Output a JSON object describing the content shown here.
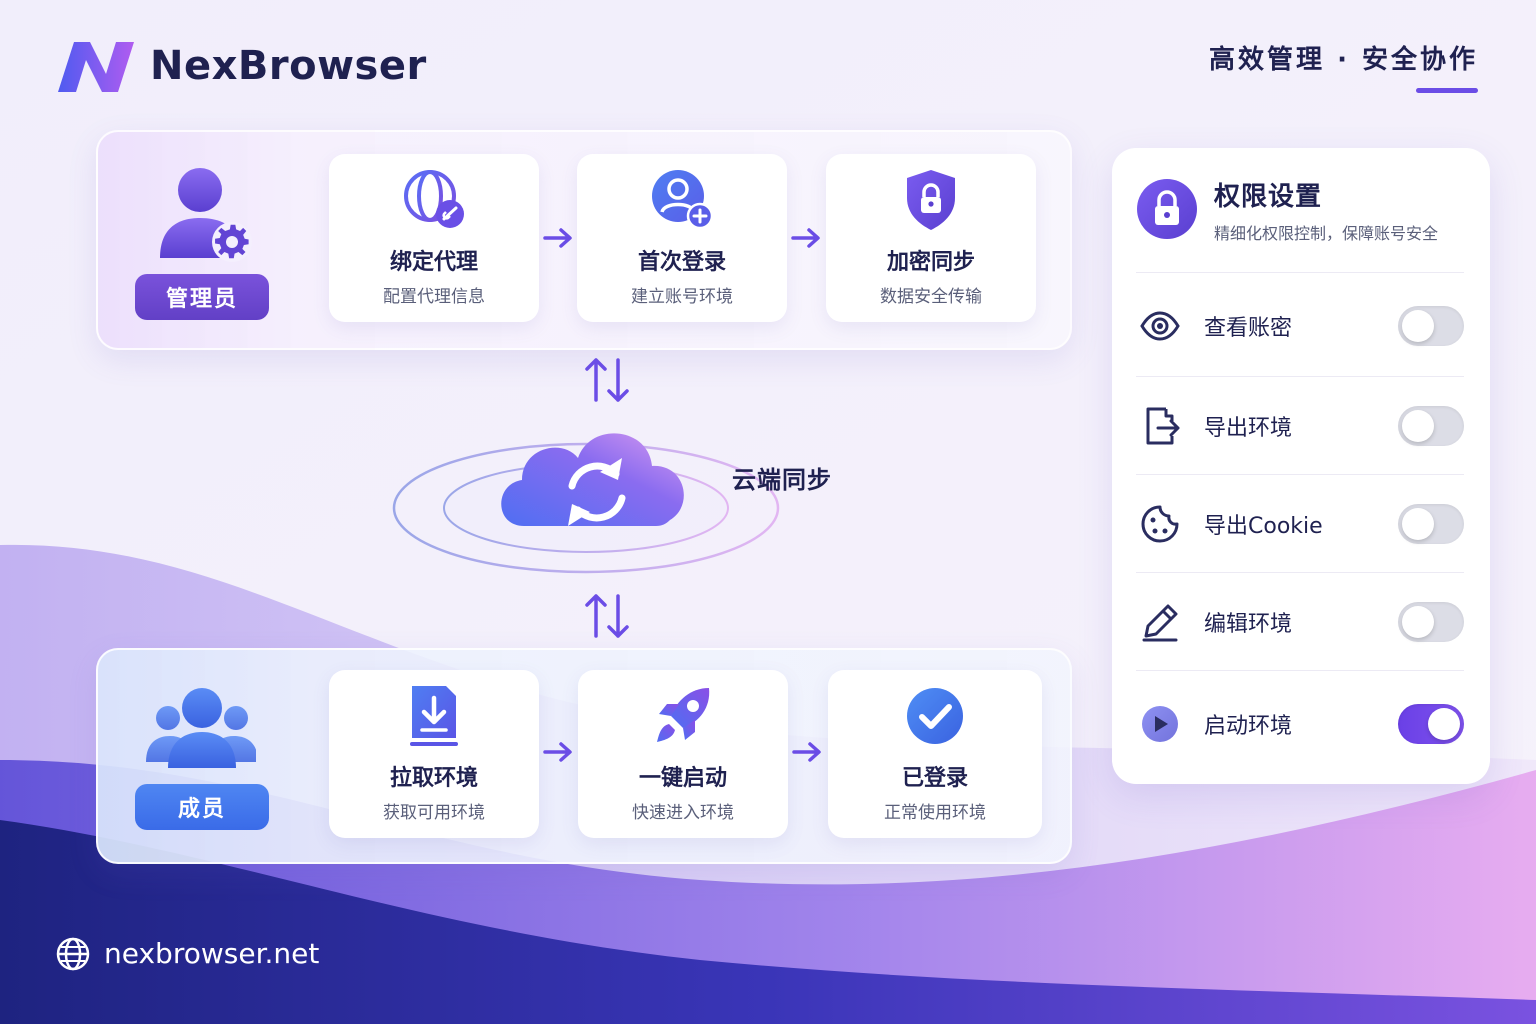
{
  "header": {
    "brand": "NexBrowser",
    "tagline": "高效管理 · 安全协作"
  },
  "admin_flow": {
    "role_label": "管理员",
    "steps": [
      {
        "title": "绑定代理",
        "subtitle": "配置代理信息",
        "icon": "globe-link-icon"
      },
      {
        "title": "首次登录",
        "subtitle": "建立账号环境",
        "icon": "user-add-icon"
      },
      {
        "title": "加密同步",
        "subtitle": "数据安全传输",
        "icon": "shield-lock-icon"
      }
    ]
  },
  "sync": {
    "label": "云端同步",
    "icon": "cloud-sync-icon"
  },
  "member_flow": {
    "role_label": "成员",
    "steps": [
      {
        "title": "拉取环境",
        "subtitle": "获取可用环境",
        "icon": "download-icon"
      },
      {
        "title": "一键启动",
        "subtitle": "快速进入环境",
        "icon": "rocket-icon"
      },
      {
        "title": "已登录",
        "subtitle": "正常使用环境",
        "icon": "check-circle-icon"
      }
    ]
  },
  "permissions": {
    "title": "权限设置",
    "subtitle": "精细化权限控制，保障账号安全",
    "items": [
      {
        "label": "查看账密",
        "icon": "eye-icon",
        "enabled": false
      },
      {
        "label": "导出环境",
        "icon": "file-export-icon",
        "enabled": false
      },
      {
        "label": "导出Cookie",
        "icon": "cookie-icon",
        "enabled": false
      },
      {
        "label": "编辑环境",
        "icon": "pencil-icon",
        "enabled": false
      },
      {
        "label": "启动环境",
        "icon": "play-icon",
        "enabled": true
      }
    ]
  },
  "footer": {
    "url": "nexbrowser.net"
  },
  "colors": {
    "primary_purple": "#6b4de6",
    "member_blue": "#3a6be8",
    "text_dark": "#1f2150",
    "toggle_off": "#dcdde6"
  }
}
